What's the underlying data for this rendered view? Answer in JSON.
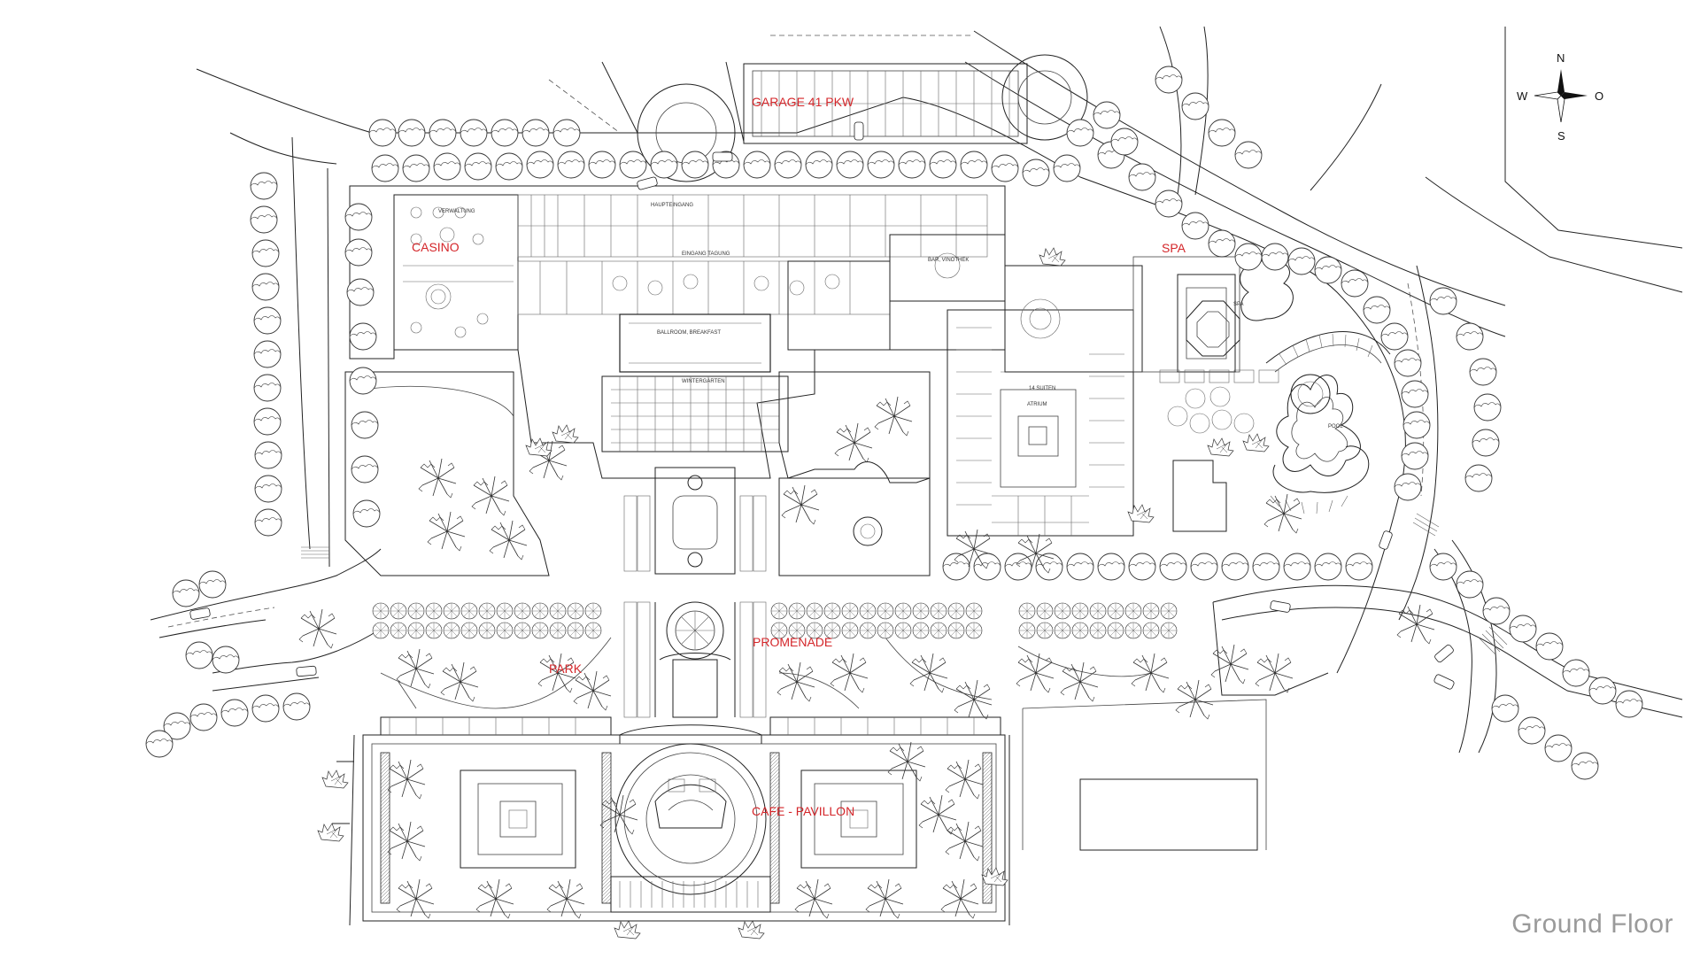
{
  "labels": {
    "garage": "GARAGE 41 PKW",
    "casino": "CASINO",
    "spa": "SPA",
    "promenade": "PROMENADE",
    "park": "PARK",
    "cafe_pavillon": "CAFE - PAVILLON"
  },
  "small_labels": {
    "haupteingang": "HAUPTEINGANG",
    "verwaltung": "VERWALTUNG",
    "eingang_tagung": "EINGANG TAGUNG",
    "bar_vinothek": "BAR, VINOTHEK",
    "ballroom": "BALLROOM, BREAKFAST",
    "wintergarten": "WINTERGARTEN",
    "suiten": "14 SUITEN",
    "atrium": "ATRIUM",
    "pool": "POOL",
    "spa_small": "SPA"
  },
  "compass": {
    "n": "N",
    "s": "S",
    "w": "W",
    "o": "O"
  },
  "caption": "Ground Floor",
  "colors": {
    "label_red": "#d4262a",
    "caption_gray": "#9a9a9a",
    "line": "#222222"
  }
}
